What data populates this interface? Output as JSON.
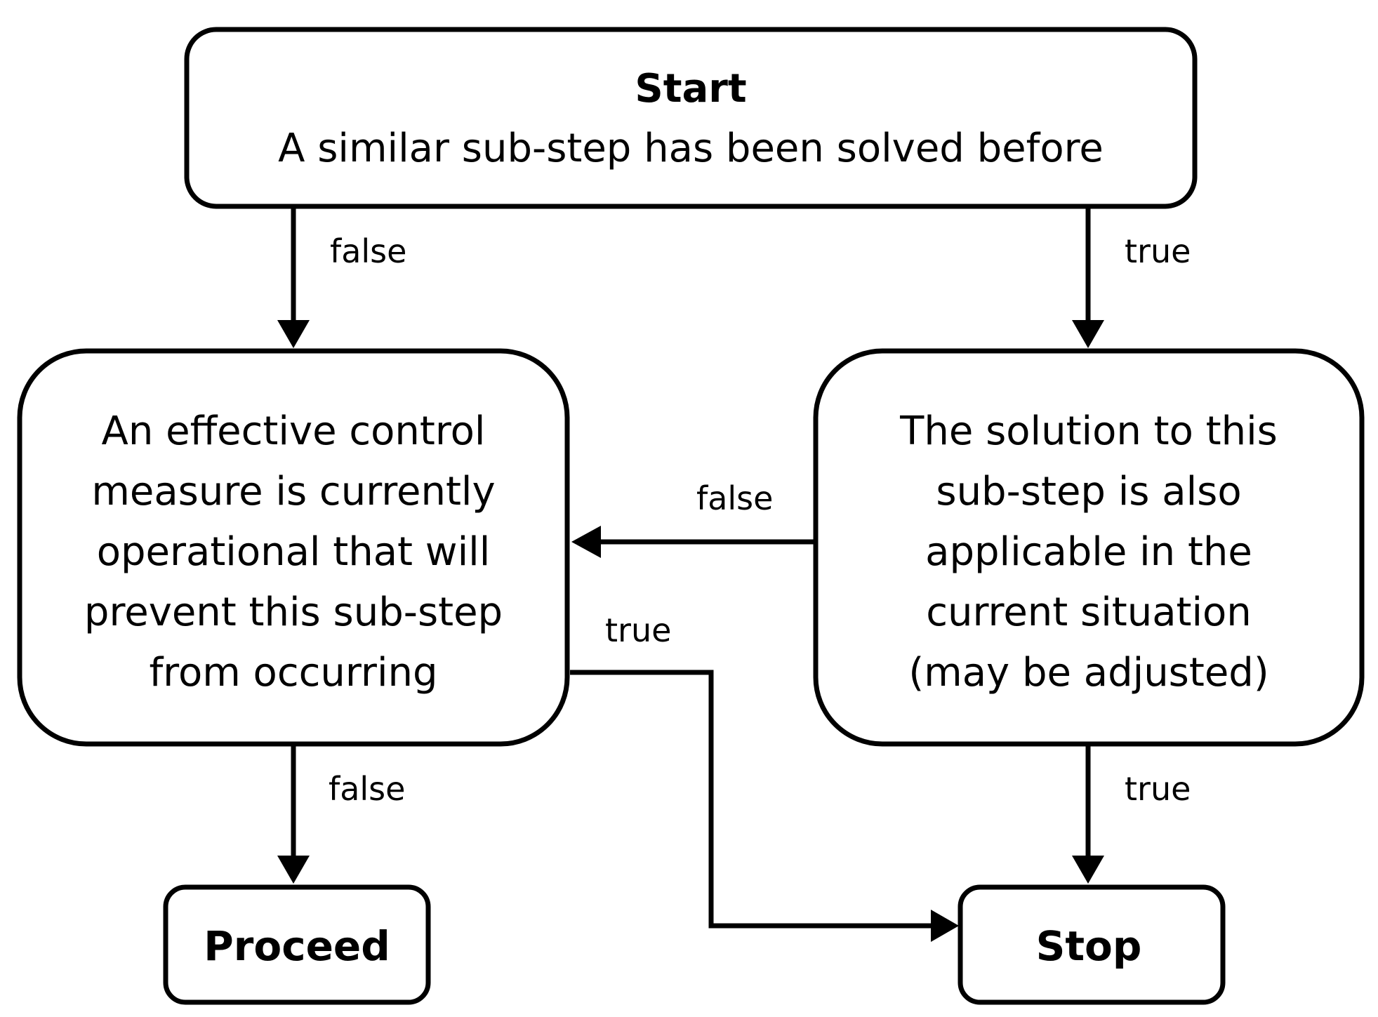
{
  "nodes": {
    "start": {
      "title": "Start",
      "lines": [
        "A similar sub-step has been solved before"
      ]
    },
    "control": {
      "lines": [
        "An effective control",
        "measure is currently",
        "operational that will",
        "prevent this sub-step",
        "from occurring"
      ]
    },
    "solution": {
      "lines": [
        "The solution to this",
        "sub-step is also",
        "applicable in the",
        "current situation",
        "(may be adjusted)"
      ]
    },
    "proceed": {
      "label": "Proceed"
    },
    "stop": {
      "label": "Stop"
    }
  },
  "edges": {
    "start_to_control": "false",
    "start_to_solution": "true",
    "solution_to_control": "false",
    "control_to_stop": "true",
    "control_to_proceed": "false",
    "solution_to_stop": "true"
  }
}
